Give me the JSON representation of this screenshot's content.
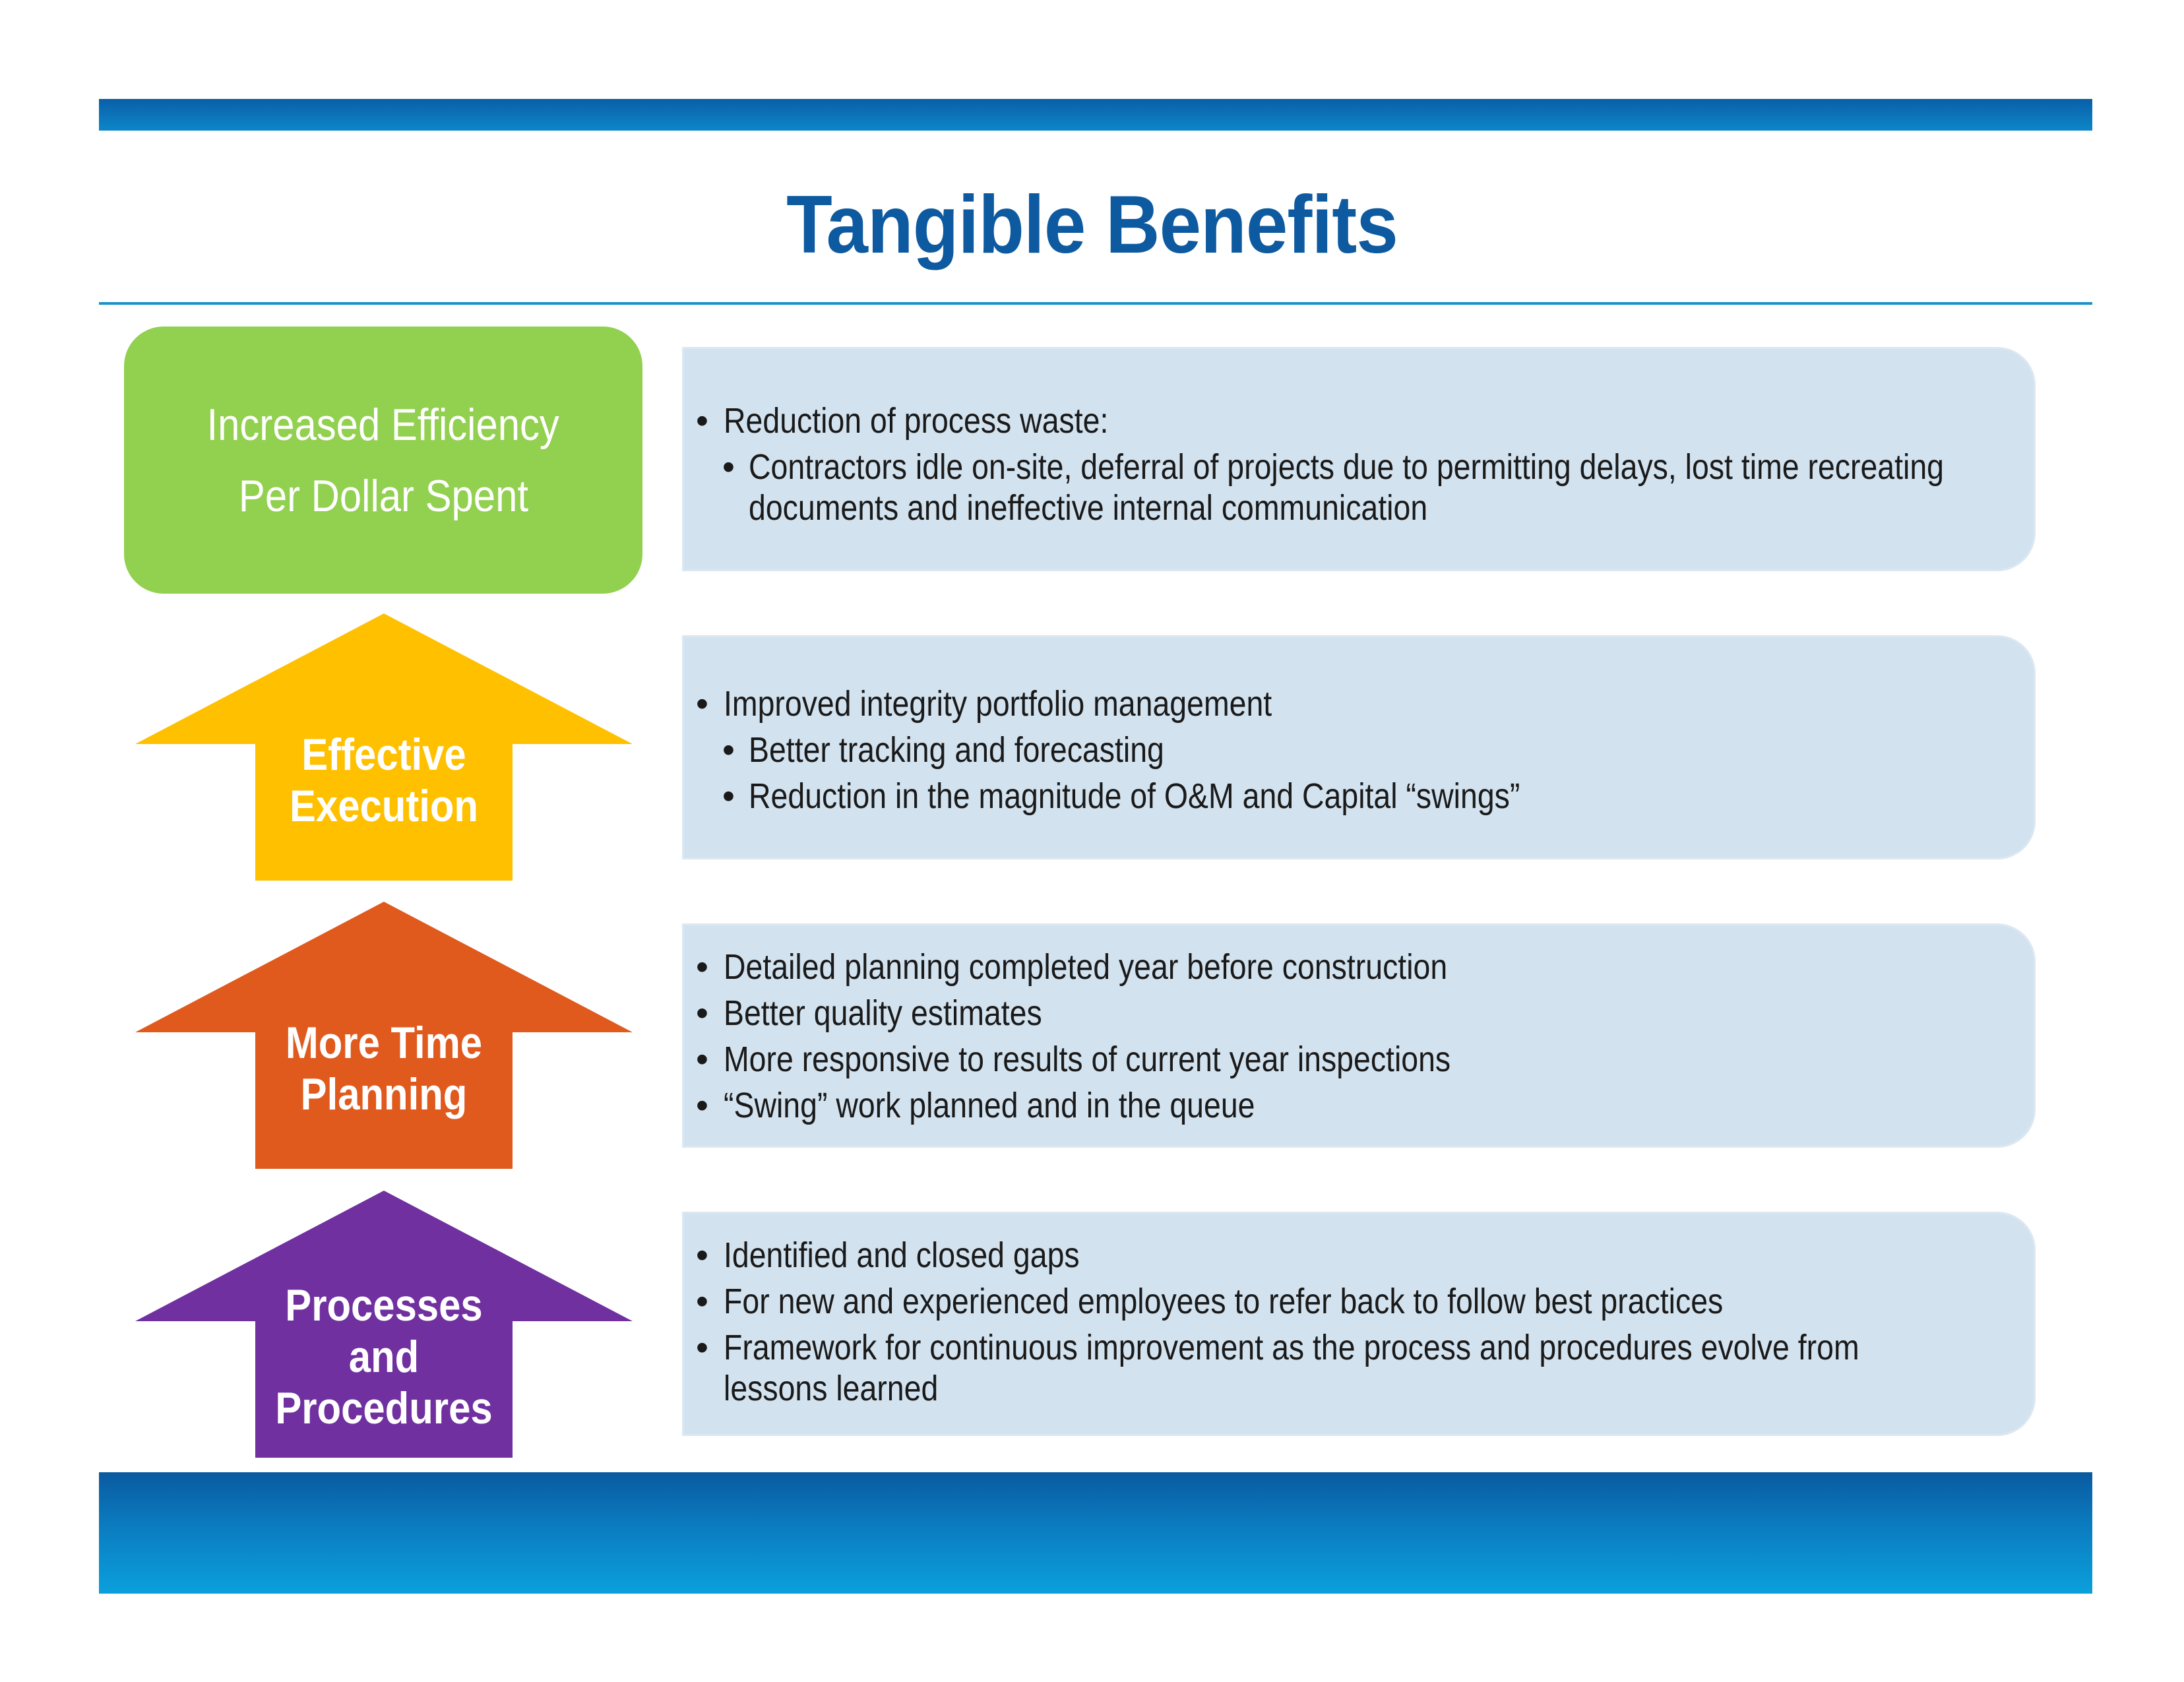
{
  "title": "Tangible Benefits",
  "colors": {
    "title": "#0e5aa0",
    "bar": "#0b7cc0",
    "green": "#92d050",
    "yellow": "#ffc000",
    "orange": "#e05a1e",
    "purple": "#7030a0",
    "panel": "#d2e2ef"
  },
  "goal": {
    "lines": [
      "Increased Efficiency",
      "Per Dollar Spent"
    ]
  },
  "arrows": [
    {
      "lines": [
        "Effective",
        "Execution"
      ]
    },
    {
      "lines": [
        "More Time",
        "Planning"
      ]
    },
    {
      "lines": [
        "Processes",
        "and",
        "Procedures"
      ]
    }
  ],
  "panels": [
    {
      "items": [
        {
          "level": 1,
          "text": "Reduction of process waste:"
        },
        {
          "level": 2,
          "text": "Contractors idle on-site, deferral of projects due to permitting delays, lost time recreating"
        },
        {
          "level": 2,
          "cont": true,
          "text": "documents and ineffective internal communication"
        }
      ]
    },
    {
      "items": [
        {
          "level": 1,
          "text": "Improved integrity portfolio management"
        },
        {
          "level": 2,
          "text": "Better tracking and forecasting"
        },
        {
          "level": 2,
          "text": "Reduction in the magnitude of O&M and Capital “swings”"
        }
      ]
    },
    {
      "items": [
        {
          "level": 1,
          "text": "Detailed planning completed year before construction"
        },
        {
          "level": 1,
          "text": "Better quality estimates"
        },
        {
          "level": 1,
          "text": "More responsive to results of current year inspections"
        },
        {
          "level": 1,
          "text": "“Swing” work planned and in the queue"
        }
      ]
    },
    {
      "items": [
        {
          "level": 1,
          "text": "Identified and closed gaps"
        },
        {
          "level": 1,
          "text": "For new and experienced employees to refer back to follow best practices"
        },
        {
          "level": 1,
          "text": "Framework for continuous improvement as the process and procedures  evolve from"
        },
        {
          "level": 1,
          "cont": true,
          "text": "lessons learned"
        }
      ]
    }
  ]
}
